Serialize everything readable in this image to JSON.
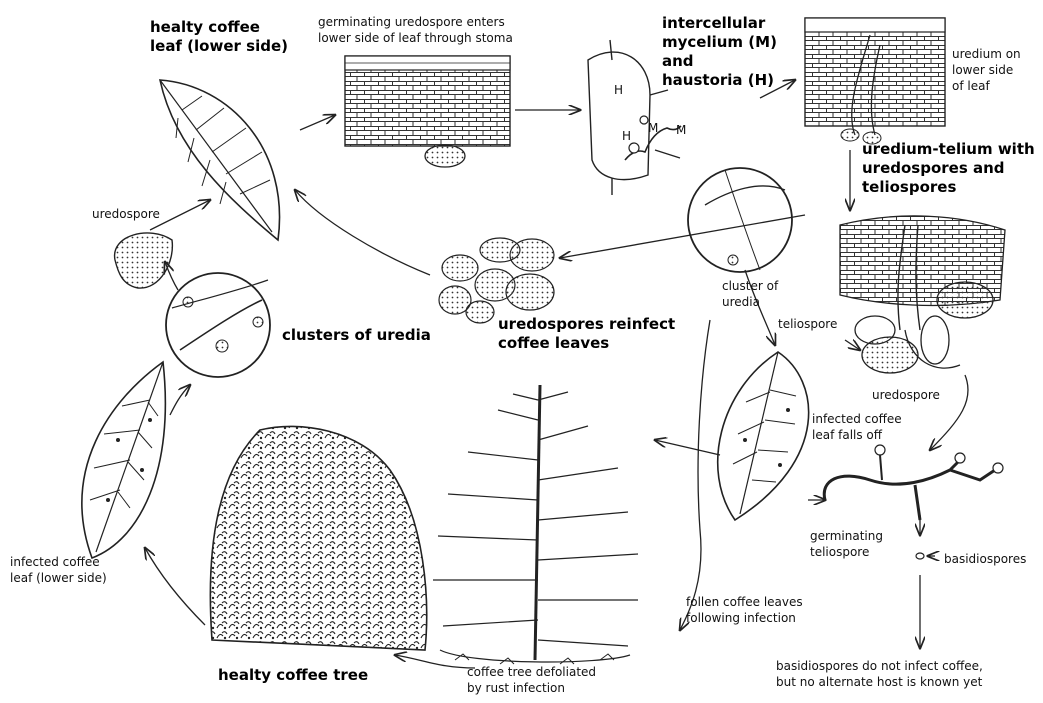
{
  "labels": {
    "healthy_leaf": "healty coffee\nleaf (lower side)",
    "germinating_uredospore": "germinating uredospore enters\nlower side of leaf through stoma",
    "intercellular_mycelium": "intercellular\nmycelium (M)\nand\nhaustoria (H)",
    "uredium_lower_side": "uredium on\nlower side\nof leaf",
    "uredium_telium": "uredium-telium with\nuredospores and\nteliospores",
    "uredospore_left": "uredospore",
    "clusters_of_uredia": "clusters of uredia",
    "uredospores_reinfect": "uredospores reinfect\ncoffee leaves",
    "cluster_of_uredia": "cluster of\nuredia",
    "teliospore": "teliospore",
    "uredospore_right": "uredospore",
    "infected_leaf_falls": "infected coffee\nleaf falls off",
    "infected_leaf_lower": "infected coffee\nleaf (lower side)",
    "germinating_teliospore": "germinating\nteliospore",
    "basidiospores": "basidiospores",
    "fallen_leaves": "follen coffee leaves\nfollowing infection",
    "healthy_tree": "healty coffee tree",
    "tree_defoliated": "coffee tree defoliated\nby rust infection",
    "basidiospores_note": "basidiospores do not infect coffee,\nbut no alternate host is known yet"
  },
  "micro_labels": {
    "h": "H",
    "m": "M"
  }
}
